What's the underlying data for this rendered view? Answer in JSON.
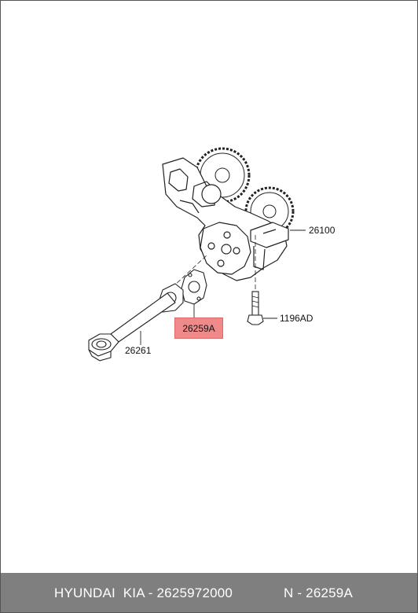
{
  "callouts": {
    "oil_pump": "26100",
    "bolt": "1196AD",
    "gasket": "26259A",
    "strainer": "26261"
  },
  "footer": {
    "part_info": "HYUNDAI  KIA - 2625972000",
    "ref_number": "N - 26259A"
  },
  "colors": {
    "highlight": "#f08a8a",
    "footer_bg": "#7f7f7f",
    "footer_text": "#ffffff"
  }
}
